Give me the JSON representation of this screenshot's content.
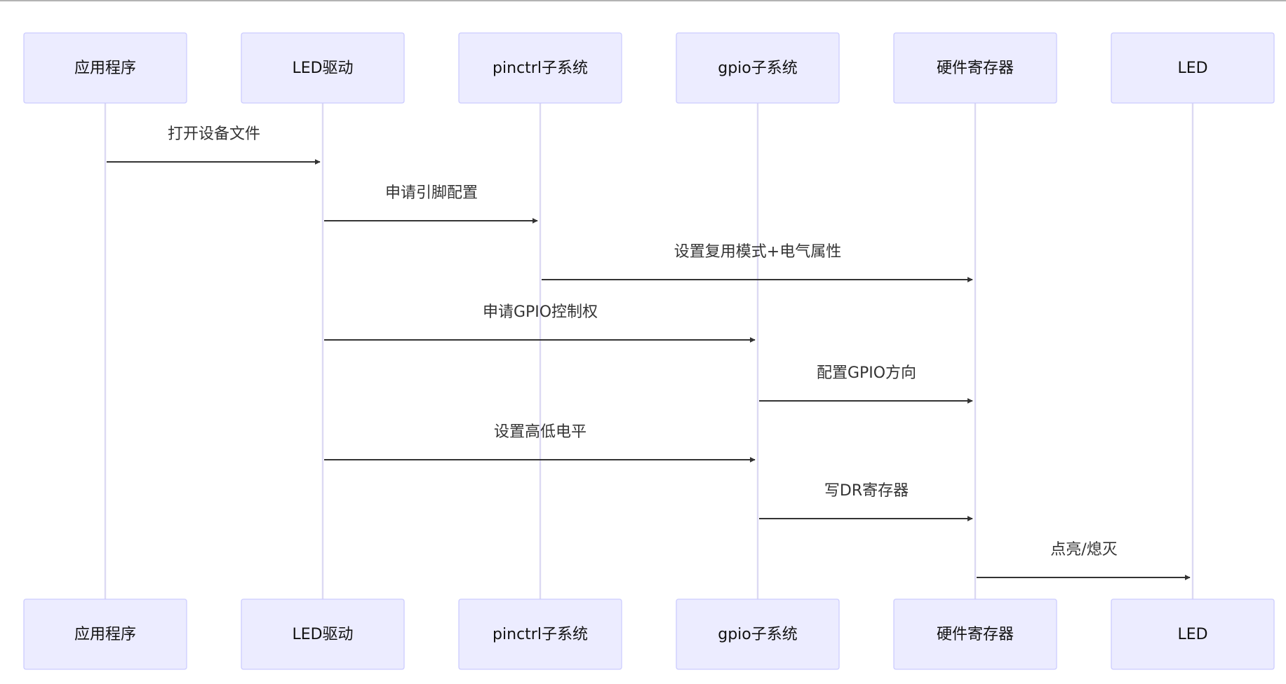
{
  "diagram": {
    "type": "sequence",
    "participants": [
      {
        "id": "app",
        "label": "应用程序"
      },
      {
        "id": "driver",
        "label": "LED驱动"
      },
      {
        "id": "pinctrl",
        "label": "pinctrl子系统"
      },
      {
        "id": "gpio",
        "label": "gpio子系统"
      },
      {
        "id": "hwreg",
        "label": "硬件寄存器"
      },
      {
        "id": "led",
        "label": "LED"
      }
    ],
    "messages": [
      {
        "from": "app",
        "to": "driver",
        "label": "打开设备文件"
      },
      {
        "from": "driver",
        "to": "pinctrl",
        "label": "申请引脚配置"
      },
      {
        "from": "pinctrl",
        "to": "hwreg",
        "label": "设置复用模式+电气属性"
      },
      {
        "from": "driver",
        "to": "gpio",
        "label": "申请GPIO控制权"
      },
      {
        "from": "gpio",
        "to": "hwreg",
        "label": "配置GPIO方向"
      },
      {
        "from": "driver",
        "to": "gpio",
        "label": "设置高低电平"
      },
      {
        "from": "gpio",
        "to": "hwreg",
        "label": "写DR寄存器"
      },
      {
        "from": "hwreg",
        "to": "led",
        "label": "点亮/熄灭"
      }
    ],
    "colors": {
      "actor_fill": "#ECECFF",
      "actor_stroke": "#CCCCFF",
      "lifeline": "#DCD9F3",
      "arrow": "#333333",
      "text": "#333333"
    }
  }
}
